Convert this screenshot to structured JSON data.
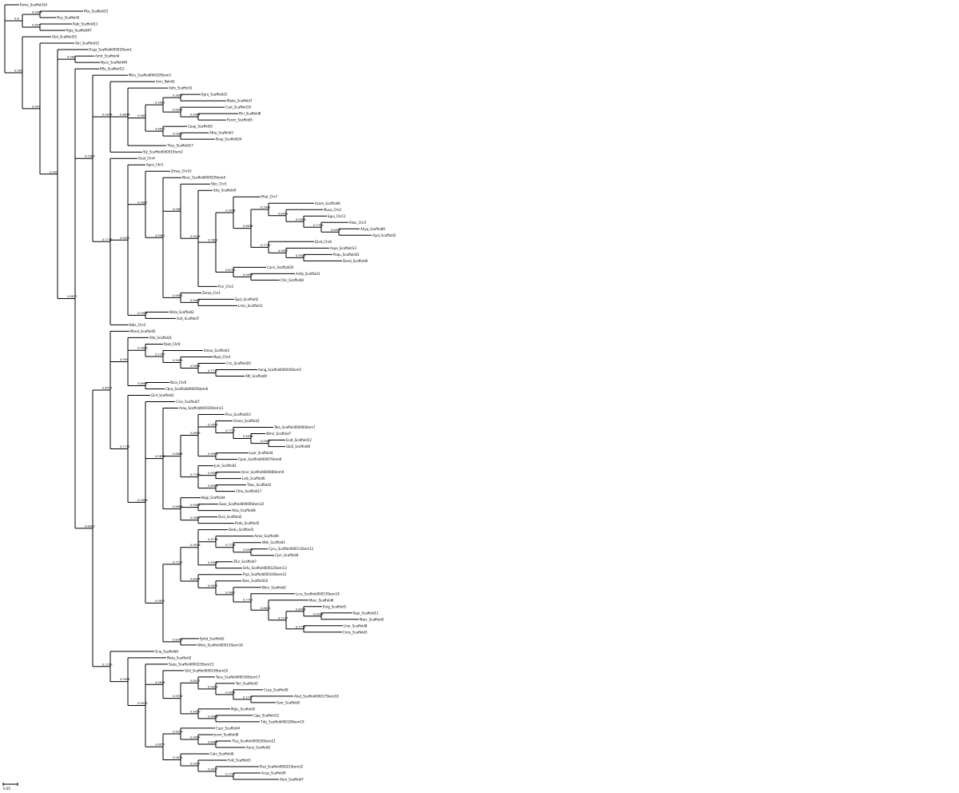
{
  "tree": {
    "scale_label": "0.05",
    "nodes": [
      {
        "id": "n1",
        "parent": null,
        "support": ""
      },
      {
        "id": "n2",
        "parent": "n1",
        "support": "0.8"
      },
      {
        "id": "n3",
        "parent": "n2",
        "support": "0.9994"
      },
      {
        "id": "n4",
        "parent": "n2",
        "support": "0.895"
      },
      {
        "id": "n5",
        "parent": "n1",
        "support": "0.999"
      },
      {
        "id": "n6",
        "parent": "n5",
        "support": "0.997"
      },
      {
        "id": "n7",
        "parent": "n6",
        "support": "0.995"
      },
      {
        "id": "n8",
        "parent": "n7",
        "support": "0.989"
      },
      {
        "id": "n9",
        "parent": "n7",
        "support": "0.6677"
      },
      {
        "id": "n10",
        "parent": "n9",
        "support": "0.5389"
      },
      {
        "id": "n11",
        "parent": "n10",
        "support": "0.9976"
      },
      {
        "id": "n12",
        "parent": "n11",
        "support": "0.8816"
      },
      {
        "id": "n13",
        "parent": "n12",
        "support": "0.961"
      },
      {
        "id": "n14",
        "parent": "n13",
        "support": "0.9962"
      },
      {
        "id": "n15",
        "parent": "n14",
        "support": "0.9999"
      },
      {
        "id": "n16",
        "parent": "n14",
        "support": "0.8994"
      },
      {
        "id": "n17",
        "parent": "n16",
        "support": "0.9964"
      },
      {
        "id": "n18",
        "parent": "n13",
        "support": "0.8801"
      },
      {
        "id": "n19",
        "parent": "n18",
        "support": "0.9982"
      },
      {
        "id": "n20",
        "parent": "n10",
        "support": "0.7712"
      },
      {
        "id": "n21",
        "parent": "n20",
        "support": "0.9451"
      },
      {
        "id": "n22",
        "parent": "n21",
        "support": "0.9981"
      },
      {
        "id": "n23",
        "parent": "n22",
        "support": "0.9981"
      },
      {
        "id": "n24",
        "parent": "n23",
        "support": "0.996"
      },
      {
        "id": "n25",
        "parent": "n24",
        "support": "0.9934"
      },
      {
        "id": "n26",
        "parent": "n25",
        "support": "0.7802"
      },
      {
        "id": "n27",
        "parent": "n26",
        "support": "0.9978"
      },
      {
        "id": "n28",
        "parent": "n27",
        "support": "0.6658"
      },
      {
        "id": "n29",
        "parent": "n28",
        "support": "0.5942"
      },
      {
        "id": "n30",
        "parent": "n29",
        "support": "0.8941"
      },
      {
        "id": "n31",
        "parent": "n30",
        "support": "0.9998"
      },
      {
        "id": "n32",
        "parent": "n31",
        "support": "0.7759"
      },
      {
        "id": "n33",
        "parent": "n32",
        "support": "0.8997"
      },
      {
        "id": "n34",
        "parent": "n28",
        "support": "0.7710"
      },
      {
        "id": "n35",
        "parent": "n34",
        "support": "0.9997"
      },
      {
        "id": "n36",
        "parent": "n35",
        "support": "0.9929"
      },
      {
        "id": "n37",
        "parent": "n26",
        "support": "0.6779"
      },
      {
        "id": "n38",
        "parent": "n37",
        "support": "0.9954"
      },
      {
        "id": "n39",
        "parent": "n23",
        "support": "0.9983"
      },
      {
        "id": "n40",
        "parent": "n39",
        "support": "0.9961"
      },
      {
        "id": "n41",
        "parent": "n21",
        "support": "0.5994"
      },
      {
        "id": "n42",
        "parent": "n9",
        "support": "0.6993"
      },
      {
        "id": "n43",
        "parent": "n42",
        "support": "0.8977"
      },
      {
        "id": "n44",
        "parent": "n43",
        "support": "0.999"
      },
      {
        "id": "n45",
        "parent": "n44",
        "support": "0.9989"
      },
      {
        "id": "n46",
        "parent": "n45",
        "support": "0.7767"
      },
      {
        "id": "n47",
        "parent": "n46",
        "support": "0.9999"
      },
      {
        "id": "n48",
        "parent": "n47",
        "support": "0.9988"
      },
      {
        "id": "n49",
        "parent": "n48",
        "support": "0.7777"
      },
      {
        "id": "n50",
        "parent": "n44",
        "support": "0.8999"
      },
      {
        "id": "n51",
        "parent": "n43",
        "support": "0.7712"
      },
      {
        "id": "n52",
        "parent": "n51",
        "support": "0.5986"
      },
      {
        "id": "n53",
        "parent": "n52",
        "support": "0.5896"
      },
      {
        "id": "n54",
        "parent": "n53",
        "support": "0.8866"
      },
      {
        "id": "n55",
        "parent": "n54",
        "support": "0.8999"
      },
      {
        "id": "n56",
        "parent": "n55",
        "support": "0.9949"
      },
      {
        "id": "n57",
        "parent": "n56",
        "support": "0.7777"
      },
      {
        "id": "n58",
        "parent": "n57",
        "support": "0.8998"
      },
      {
        "id": "n59",
        "parent": "n58",
        "support": "0.5987"
      },
      {
        "id": "n60",
        "parent": "n55",
        "support": "0.9995"
      },
      {
        "id": "n61",
        "parent": "n54",
        "support": "0.7789"
      },
      {
        "id": "n62",
        "parent": "n61",
        "support": "0.9906"
      },
      {
        "id": "n63",
        "parent": "n61",
        "support": "0.8994"
      },
      {
        "id": "n64",
        "parent": "n53",
        "support": "0.8666"
      },
      {
        "id": "n65",
        "parent": "n64",
        "support": "0.9943"
      },
      {
        "id": "n66",
        "parent": "n64",
        "support": "0.9987"
      },
      {
        "id": "n67",
        "parent": "n52",
        "support": "0.9951"
      },
      {
        "id": "n68",
        "parent": "n67",
        "support": "0.7793"
      },
      {
        "id": "n69",
        "parent": "n68",
        "support": "0.9978"
      },
      {
        "id": "n70",
        "parent": "n69",
        "support": "0.9776"
      },
      {
        "id": "n71",
        "parent": "n70",
        "support": "0.7778"
      },
      {
        "id": "n72",
        "parent": "n71",
        "support": "0.8999"
      },
      {
        "id": "n73",
        "parent": "n69",
        "support": "0.9998"
      },
      {
        "id": "n74",
        "parent": "n68",
        "support": "0.8994"
      },
      {
        "id": "n75",
        "parent": "n74",
        "support": "0.9995"
      },
      {
        "id": "n76",
        "parent": "n75",
        "support": "0.9987"
      },
      {
        "id": "n77",
        "parent": "n76",
        "support": "0.7791"
      },
      {
        "id": "n78",
        "parent": "n77",
        "support": "0.8871"
      },
      {
        "id": "n79",
        "parent": "n78",
        "support": "0.7777"
      },
      {
        "id": "n80",
        "parent": "n79",
        "support": "0.8998"
      },
      {
        "id": "n81",
        "parent": "n80",
        "support": "0.9976"
      },
      {
        "id": "n82",
        "parent": "n79",
        "support": "0.7779"
      },
      {
        "id": "n83",
        "parent": "n67",
        "support": "0.8999"
      },
      {
        "id": "n84",
        "parent": "n42",
        "support": "0.7799"
      },
      {
        "id": "n85",
        "parent": "n84",
        "support": "0.5995"
      },
      {
        "id": "n86",
        "parent": "n85",
        "support": "0.9975"
      },
      {
        "id": "n87",
        "parent": "n86",
        "support": "0.5876"
      },
      {
        "id": "n88",
        "parent": "n87",
        "support": "0.9970"
      },
      {
        "id": "n89",
        "parent": "n88",
        "support": "0.8977"
      },
      {
        "id": "n90",
        "parent": "n89",
        "support": "0.9999"
      },
      {
        "id": "n91",
        "parent": "n90",
        "support": "0.9978"
      },
      {
        "id": "n92",
        "parent": "n91",
        "support": "0.7777"
      },
      {
        "id": "n93",
        "parent": "n88",
        "support": "0.9999"
      },
      {
        "id": "n94",
        "parent": "n93",
        "support": "0.9988"
      },
      {
        "id": "n95",
        "parent": "n86",
        "support": "0.8957"
      },
      {
        "id": "n96",
        "parent": "n95",
        "support": "0.9979"
      },
      {
        "id": "n97",
        "parent": "n96",
        "support": "0.9999"
      },
      {
        "id": "n98",
        "parent": "n97",
        "support": "0.6984"
      },
      {
        "id": "n99",
        "parent": "n95",
        "support": "0.9972"
      },
      {
        "id": "n100",
        "parent": "n99",
        "support": "0.9992"
      },
      {
        "id": "n101",
        "parent": "n100",
        "support": "0.9977"
      },
      {
        "id": "n102",
        "parent": "n101",
        "support": "0.7777"
      }
    ],
    "tips": [
      {
        "parent": "n1",
        "label": "Psme_Scaffold14"
      },
      {
        "parent": "n3",
        "label": "Pita_Scaffold15"
      },
      {
        "parent": "n3",
        "label": "Pisy_Scaffold5"
      },
      {
        "parent": "n4",
        "label": "Pabi_Scaffold11"
      },
      {
        "parent": "n4",
        "label": "Pgla_Scaffold97"
      },
      {
        "parent": "n5",
        "label": "Gbil_Scaffold35"
      },
      {
        "parent": "n6",
        "label": "Atri_Scaffold12"
      },
      {
        "parent": "n8",
        "label": "Amtr_Scaffold4"
      },
      {
        "parent": "n8",
        "label": "Nyco_Scaffold46"
      },
      {
        "parent": "n7",
        "label": "Eugr_Scaffold00002Stem1"
      },
      {
        "parent": "n11",
        "label": "Vvin_Nohit1"
      },
      {
        "parent": "n12",
        "label": "Aofe_Scaffold1"
      },
      {
        "parent": "n15",
        "label": "Egra_Scaffold22"
      },
      {
        "parent": "n15",
        "label": "Mada_Scaffold7"
      },
      {
        "parent": "n17",
        "label": "Ptri_Scaffold8"
      },
      {
        "parent": "n17",
        "label": "Rcom_Scaffold5"
      },
      {
        "parent": "n16",
        "label": "Csat_Scaffold19"
      },
      {
        "parent": "n19",
        "label": "Atha_Scaffold3"
      },
      {
        "parent": "n19",
        "label": "Brap_Scaffold24"
      },
      {
        "parent": "n18",
        "label": "Cpap_Scaffold5"
      },
      {
        "parent": "n12",
        "label": "Thca_Scaffold17"
      },
      {
        "parent": "n11",
        "label": "Sly_Scaffold00001Stem2"
      },
      {
        "parent": "n10",
        "label": "Mtru_Scaffold00010Stem3"
      },
      {
        "parent": "n20",
        "label": "Osat_Chr4"
      },
      {
        "parent": "n20",
        "label": "Bdis_Chr3"
      },
      {
        "parent": "n22",
        "label": "Zmay_Chr10"
      },
      {
        "parent": "n24",
        "label": "Sbic_Chr1"
      },
      {
        "parent": "n25",
        "label": "Sita_Scaffold4"
      },
      {
        "parent": "n25",
        "label": "Pvir_Chr2"
      },
      {
        "parent": "n27",
        "label": "Phal_Chr7"
      },
      {
        "parent": "n29",
        "label": "Acom_Scaffold6"
      },
      {
        "parent": "n30",
        "label": "Musa_Chr2"
      },
      {
        "parent": "n31",
        "label": "Egui_Chr11"
      },
      {
        "parent": "n32",
        "label": "Pdac_Chr5"
      },
      {
        "parent": "n33",
        "label": "Ahyp_Scaffold9"
      },
      {
        "parent": "n33",
        "label": "Ajud_Scaffold2"
      },
      {
        "parent": "n34",
        "label": "Dcat_Chr8"
      },
      {
        "parent": "n35",
        "label": "Aspo_Scaffold13"
      },
      {
        "parent": "n36",
        "label": "Pequ_Scaffold41"
      },
      {
        "parent": "n36",
        "label": "Dend_Scaffold6"
      },
      {
        "parent": "n37",
        "label": "Cann_Scaffold20"
      },
      {
        "parent": "n38",
        "label": "Ashb_Scaffold1"
      },
      {
        "parent": "n38",
        "label": "Cfor_Scaffold8"
      },
      {
        "parent": "n39",
        "label": "Zoma_Chr1"
      },
      {
        "parent": "n40",
        "label": "Spol_Scaffold2"
      },
      {
        "parent": "n40",
        "label": "Lmin_Scaffold1"
      },
      {
        "parent": "n41",
        "label": "Wsto_Scaffold2"
      },
      {
        "parent": "n41",
        "label": "Sint_Scaffold7"
      },
      {
        "parent": "n23",
        "label": "Nnuc_Scaffold00003Stem4"
      },
      {
        "parent": "n21",
        "label": "Aqco_Chr5"
      },
      {
        "parent": "n9",
        "label": "Kfla_Scaffold12"
      },
      {
        "parent": "n45",
        "label": "Ppat_Chr8"
      },
      {
        "parent": "n46",
        "label": "Smoe_Scaffold3"
      },
      {
        "parent": "n47",
        "label": "Mpol_Chr4"
      },
      {
        "parent": "n48",
        "label": "Cric_Scaffold20"
      },
      {
        "parent": "n49",
        "label": "Aang_Scaffold00004Stem5"
      },
      {
        "parent": "n49",
        "label": "Afil_Scaffold9"
      },
      {
        "parent": "n44",
        "label": "Sfal_Scaffold1"
      },
      {
        "parent": "n50",
        "label": "Ncol_Chr6"
      },
      {
        "parent": "n50",
        "label": "Cbra_Scaffold00005Stem6"
      },
      {
        "parent": "n43",
        "label": "Mend_Scaffold5"
      },
      {
        "parent": "n56",
        "label": "Gmon_Scaffold3"
      },
      {
        "parent": "n57",
        "label": "Tele_Scaffold00006Stem7"
      },
      {
        "parent": "n58",
        "label": "Wmir_Scaffold7"
      },
      {
        "parent": "n59",
        "label": "Ecot_Scaffold12"
      },
      {
        "parent": "n59",
        "label": "Gbi2_Scaffold8"
      },
      {
        "parent": "n60",
        "label": "Lpar_Scaffold4"
      },
      {
        "parent": "n60",
        "label": "Cpan_Scaffold00007Stem8"
      },
      {
        "parent": "n55",
        "label": "Pinu_Scaffold10"
      },
      {
        "parent": "n62",
        "label": "Ocar_Scaffold00008Stem9"
      },
      {
        "parent": "n62",
        "label": "Lsib_Scaffold6"
      },
      {
        "parent": "n63",
        "label": "Tbac_Scaffold3"
      },
      {
        "parent": "n63",
        "label": "Ctha_Scaffold17"
      },
      {
        "parent": "n61",
        "label": "Juni_Scaffold1"
      },
      {
        "parent": "n65",
        "label": "Saxe_Scaffold00009Stem10"
      },
      {
        "parent": "n65",
        "label": "Atax_Scaffold8"
      },
      {
        "parent": "n66",
        "label": "Dcol_Scaffold2"
      },
      {
        "parent": "n66",
        "label": "Podo_Scaffold5"
      },
      {
        "parent": "n64",
        "label": "Nagi_Scaffold4"
      },
      {
        "parent": "n53",
        "label": "Arau_Scaffold00010Stem11"
      },
      {
        "parent": "n70",
        "label": "Amoi_Scaffold9"
      },
      {
        "parent": "n71",
        "label": "Weli_Scaffold1"
      },
      {
        "parent": "n72",
        "label": "Cycu_Scaffold00011Stem12"
      },
      {
        "parent": "n72",
        "label": "Cycr_Scaffold4"
      },
      {
        "parent": "n73",
        "label": "Zfur_Scaffold7"
      },
      {
        "parent": "n73",
        "label": "Ssfu_Scaffold00012Stem13"
      },
      {
        "parent": "n69",
        "label": "Dedu_Scaffold3"
      },
      {
        "parent": "n75",
        "label": "Stan_Scaffold10"
      },
      {
        "parent": "n76",
        "label": "Bhor_Scaffold2"
      },
      {
        "parent": "n77",
        "label": "Lcra_Scaffold00013Stem14"
      },
      {
        "parent": "n78",
        "label": "Mocr_Scaffold6"
      },
      {
        "parent": "n80",
        "label": "Enig_Scaffold1"
      },
      {
        "parent": "n81",
        "label": "Bspi_Scaffold11"
      },
      {
        "parent": "n81",
        "label": "Macr_Scaffold5"
      },
      {
        "parent": "n82",
        "label": "Lhor_Scaffold8"
      },
      {
        "parent": "n82",
        "label": "Cmic_Scaffold3"
      },
      {
        "parent": "n74",
        "label": "Pspi_Scaffold00014Stem15"
      },
      {
        "parent": "n83",
        "label": "Ephd_Scaffold2"
      },
      {
        "parent": "n83",
        "label": "Wdra_Scaffold00015Stem16"
      },
      {
        "parent": "n52",
        "label": "Crev_Scaffold7"
      },
      {
        "parent": "n51",
        "label": "Ginf_Scaffold1"
      },
      {
        "parent": "n84",
        "label": "Scia_Scaffold6"
      },
      {
        "parent": "n89",
        "label": "Taxu_Scaffold00016Stem17"
      },
      {
        "parent": "n90",
        "label": "Tori_Scaffold3"
      },
      {
        "parent": "n91",
        "label": "Ccep_Scaffold9"
      },
      {
        "parent": "n92",
        "label": "Ahet_Scaffold00017Stem18"
      },
      {
        "parent": "n92",
        "label": "Sver_Scaffold2"
      },
      {
        "parent": "n93",
        "label": "Mglu_Scaffold5"
      },
      {
        "parent": "n94",
        "label": "Cjap_Scaffold12"
      },
      {
        "parent": "n94",
        "label": "Tdis_Scaffold00018Stem19"
      },
      {
        "parent": "n87",
        "label": "Gbil_Scaffold00019Stem20"
      },
      {
        "parent": "n96",
        "label": "Cupr_Scaffold4"
      },
      {
        "parent": "n97",
        "label": "Jcom_Scaffold8"
      },
      {
        "parent": "n98",
        "label": "Thuj_Scaffold00020Stem21"
      },
      {
        "parent": "n98",
        "label": "Xano_Scaffold1"
      },
      {
        "parent": "n99",
        "label": "Calo_Scaffold6"
      },
      {
        "parent": "n100",
        "label": "Fokl_Scaffold3"
      },
      {
        "parent": "n101",
        "label": "Piso_Scaffold00021Stem22"
      },
      {
        "parent": "n102",
        "label": "Acup_Scaffold9"
      },
      {
        "parent": "n102",
        "label": "Aten_Scaffold7"
      },
      {
        "parent": "n86",
        "label": "Sequ_Scaffold00022Stem23"
      },
      {
        "parent": "n85",
        "label": "Meta_Scaffold2"
      }
    ]
  }
}
